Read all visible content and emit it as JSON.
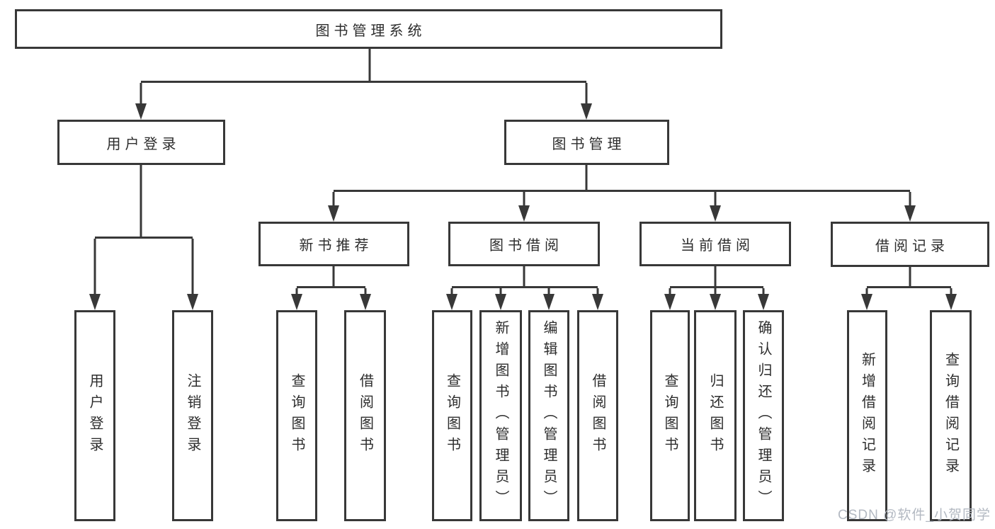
{
  "root": {
    "label": "图书管理系统"
  },
  "branches": [
    {
      "label": "用户登录",
      "children": [
        {
          "label": "用户登录"
        },
        {
          "label": "注销登录"
        }
      ]
    },
    {
      "label": "图书管理",
      "children": [
        {
          "label": "新书推荐",
          "children": [
            {
              "label": "查询图书"
            },
            {
              "label": "借阅图书"
            }
          ]
        },
        {
          "label": "图书借阅",
          "children": [
            {
              "label": "查询图书"
            },
            {
              "label": "新增图书（管理员）"
            },
            {
              "label": "编辑图书（管理员）"
            },
            {
              "label": "借阅图书"
            }
          ]
        },
        {
          "label": "当前借阅",
          "children": [
            {
              "label": "查询图书"
            },
            {
              "label": "归还图书"
            },
            {
              "label": "确认归还（管理员）"
            }
          ]
        },
        {
          "label": "借阅记录",
          "children": [
            {
              "label": "新增借阅记录"
            },
            {
              "label": "查询借阅记录"
            }
          ]
        }
      ]
    }
  ],
  "watermark": "CSDN @软件_小贺同学",
  "colors": {
    "line": "#383838",
    "text": "#2d2d2d",
    "box_background": "#ffffff",
    "page_background": "#ffffff",
    "watermark": "#b3b9c2"
  }
}
